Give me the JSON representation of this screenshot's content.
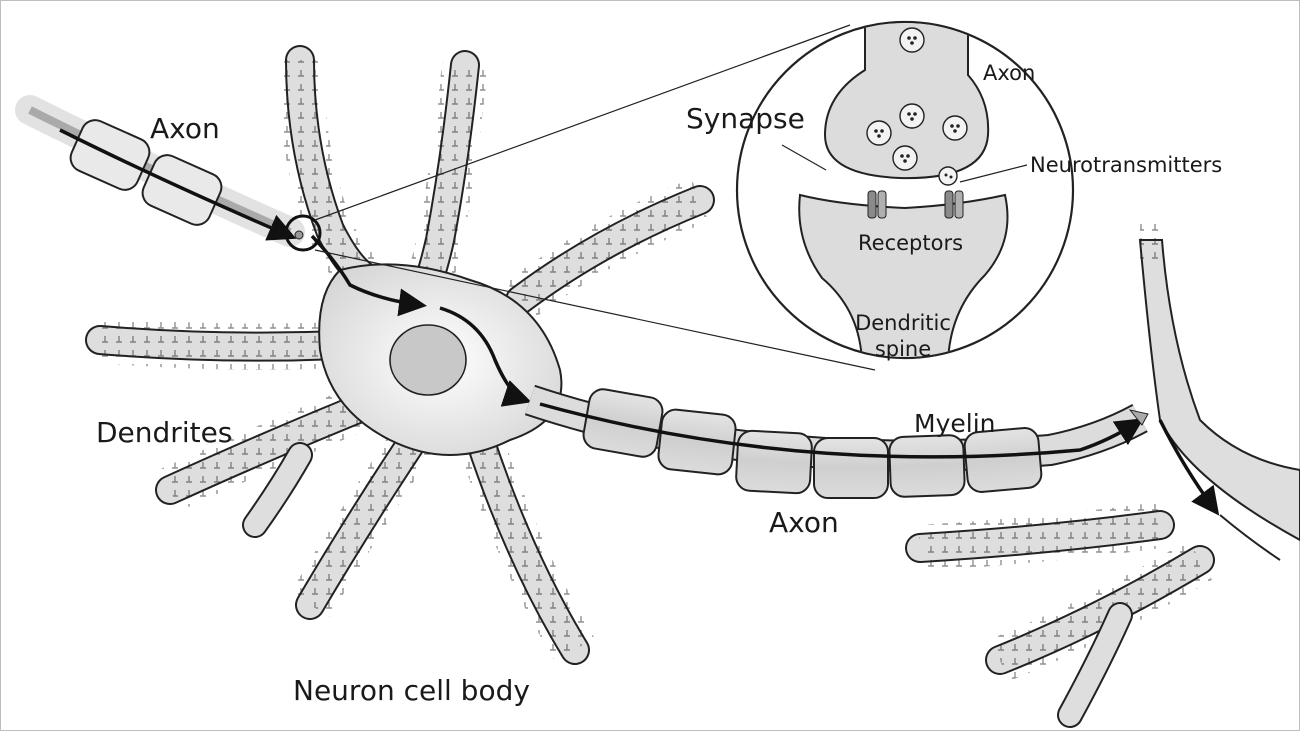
{
  "labels": {
    "axon_top_left": "Axon",
    "dendrites": "Dendrites",
    "cell_body": "Neuron cell body",
    "axon_bottom": "Axon",
    "myelin": "Myelin",
    "synapse": "Synapse",
    "axon_inset": "Axon",
    "neurotransmitters": "Neurotransmitters",
    "receptors": "Receptors",
    "dendritic_spine_line1": "Dendritic",
    "dendritic_spine_line2": "spine"
  },
  "colors": {
    "cell_fill": "#dedede",
    "myelin_fill": "#d2d2d2",
    "outline": "#222222",
    "signal": "#111111",
    "background": "#ffffff"
  }
}
